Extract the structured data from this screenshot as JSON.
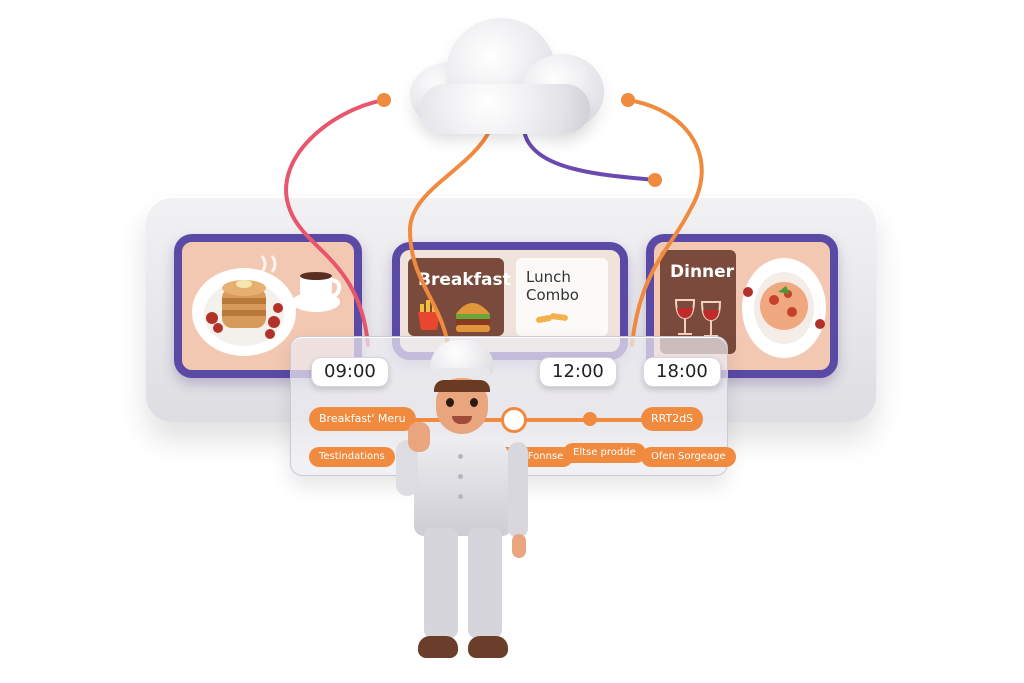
{
  "board": {
    "cards": {
      "breakfast_title": "Breakfast",
      "lunch_title_line1": "Lunch",
      "lunch_title_line2": "Combo",
      "dinner_title": "Dinner"
    }
  },
  "timeline": {
    "times": [
      "09:00",
      "12:00",
      "18:00"
    ],
    "upper_pills": {
      "left": "Breakfast' Meru",
      "right": "RRT2dS"
    },
    "lower_pills": {
      "p1": "Testindations",
      "p2": "Feed be Fonnse",
      "p3": "Eltse prodde",
      "p4": "Ofen Sorgeage"
    }
  },
  "colors": {
    "accent_orange": "#f08a3e",
    "frame_purple": "#5a4aa6",
    "cable_purple": "#6a4ab0",
    "cable_pink": "#e8566e",
    "card_brown": "#7a4a3c",
    "screen_peach": "#f2c8b2"
  },
  "icons": [
    "cloud-icon",
    "pancakes-icon",
    "coffee-cup-icon",
    "burger-icon",
    "fries-icon",
    "wine-glasses-icon",
    "pasta-plate-icon",
    "chef-figure"
  ]
}
